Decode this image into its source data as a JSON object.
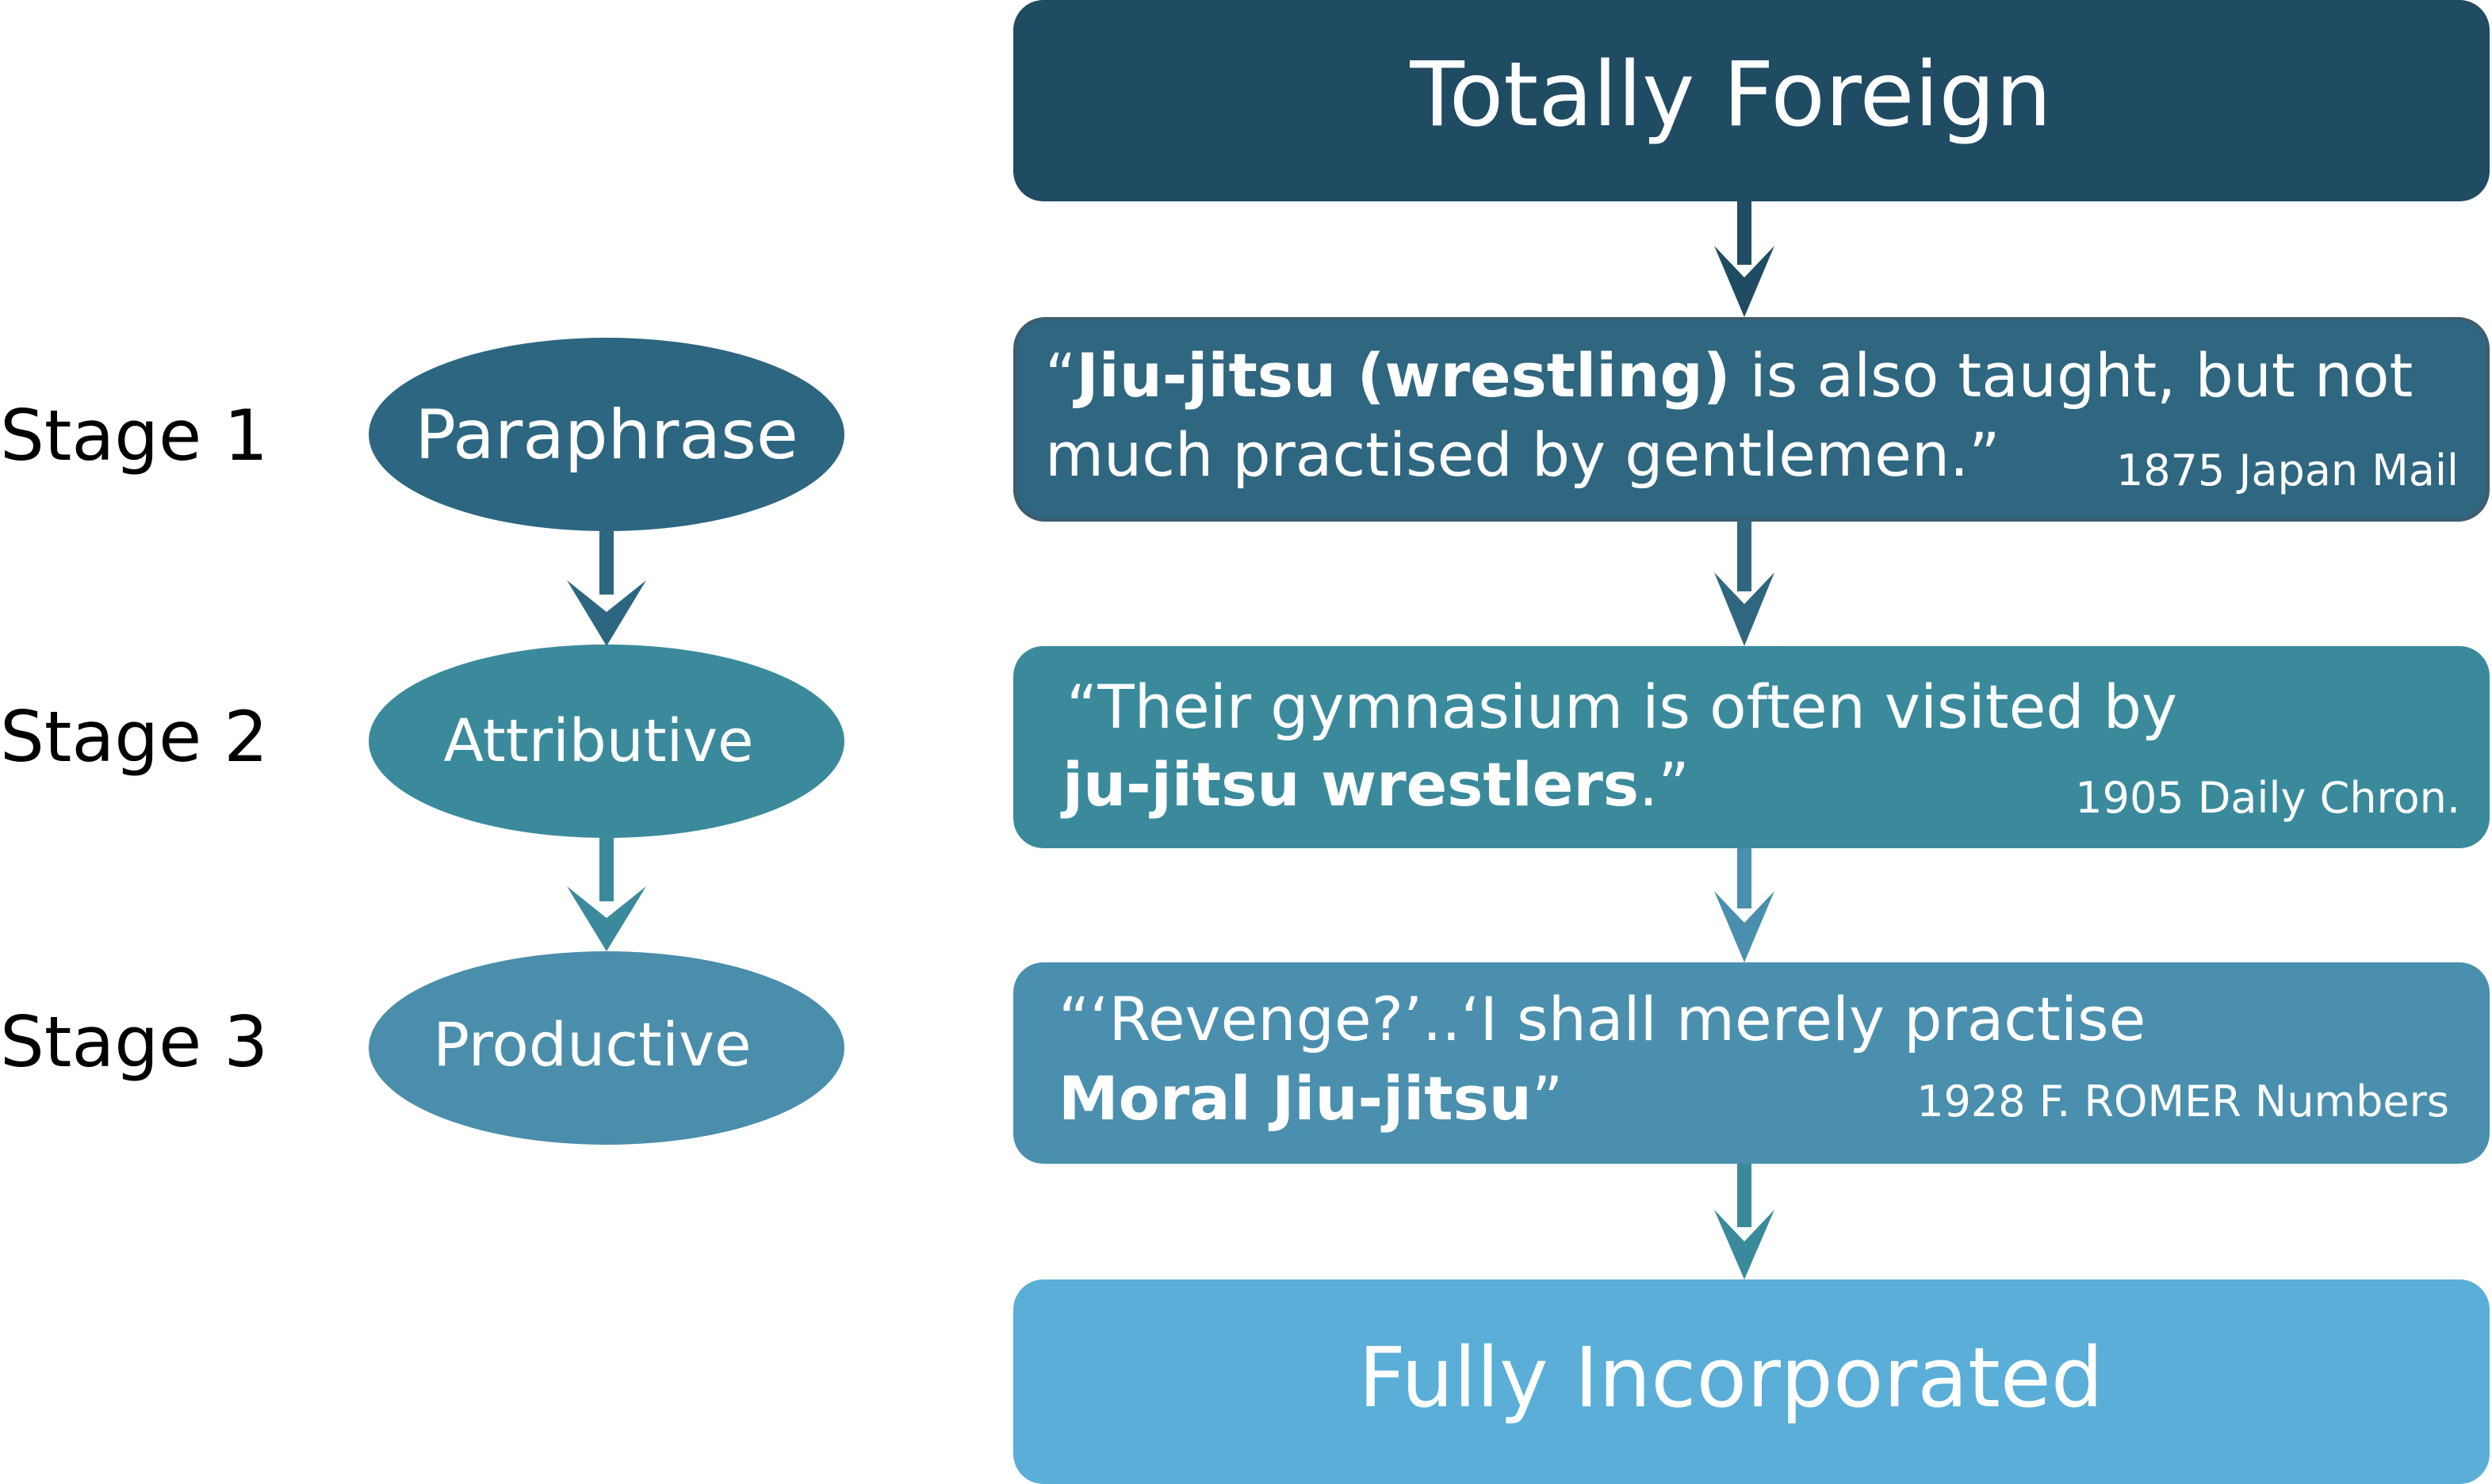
{
  "stages": [
    {
      "label": "Stage 1",
      "ellipse": "Paraphrase"
    },
    {
      "label": "Stage 2",
      "ellipse": "Attributive"
    },
    {
      "label": "Stage 3",
      "ellipse": "Productive"
    }
  ],
  "top_box": "Totally Foreign",
  "bottom_box": "Fully Incorporated",
  "quotes": [
    {
      "open": "“",
      "bold": "Jiu-jitsu (wrestling)",
      "line1_rest": " is also taught, but not",
      "line2": "much practised by gentlemen.”",
      "citation": "1875 Japan Mail"
    },
    {
      "line1": "“Their gymnasium is often visited by",
      "bold": "ju-jitsu wrestlers",
      "after": ".”",
      "citation": "1905 Daily Chron."
    },
    {
      "line1": "“‘Revenge?’..‘I shall merely practise",
      "bold": "Moral Jiu-jitsu",
      "after": "”",
      "citation": "1928 F. ROMER Numbers"
    }
  ],
  "colors": {
    "top": "#1f4b63",
    "quote1": "#2f6680",
    "quote2": "#3a8a9c",
    "quote3": "#4a8fae",
    "bottom": "#5aaed7",
    "ellipse1": "#2d6680",
    "ellipse2": "#3b8a9c",
    "ellipse3": "#4a8eab"
  }
}
